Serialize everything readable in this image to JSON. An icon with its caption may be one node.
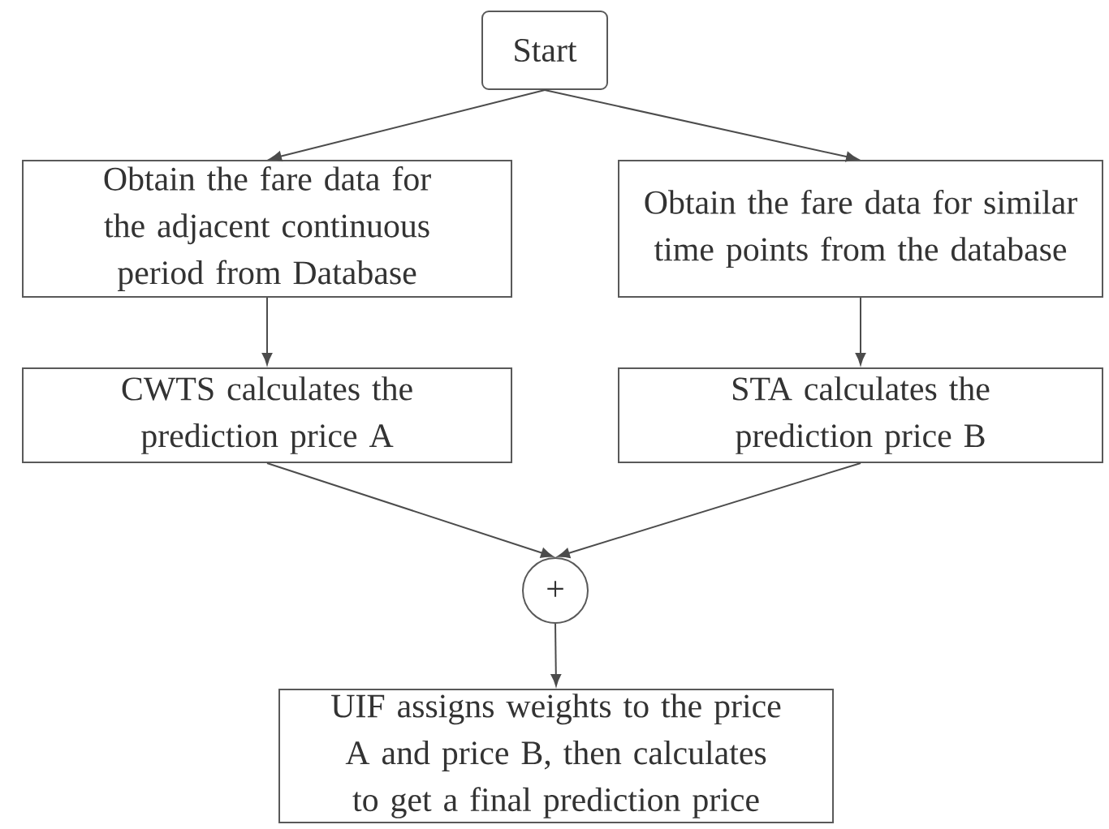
{
  "diagram": {
    "nodes": [
      {
        "text": [
          "Start"
        ]
      },
      {
        "text": [
          "Obtain the fare data for the adjacent continuous period from Database"
        ]
      },
      {
        "text": [
          "Obtain the fare data for similar time points from the database"
        ]
      },
      {
        "text": [
          "CWTS calculates the prediction price A"
        ]
      },
      {
        "text": [
          "STA calculates the prediction price B"
        ]
      },
      {
        "text": [
          "+"
        ]
      },
      {
        "text": [
          "UIF assigns weights to the price A and price B, then calculates to get a final prediction price"
        ]
      }
    ],
    "edges": [
      {
        "from": 0,
        "to": 1,
        "arrow": "to"
      },
      {
        "from": 0,
        "to": 2,
        "arrow": "to"
      },
      {
        "from": 1,
        "to": 3,
        "arrow": "to"
      },
      {
        "from": 2,
        "to": 4,
        "arrow": "to"
      },
      {
        "from": 3,
        "to": 5,
        "arrow": "to"
      },
      {
        "from": 4,
        "to": 5,
        "arrow": "to"
      },
      {
        "from": 5,
        "to": 6,
        "arrow": "to"
      }
    ]
  }
}
